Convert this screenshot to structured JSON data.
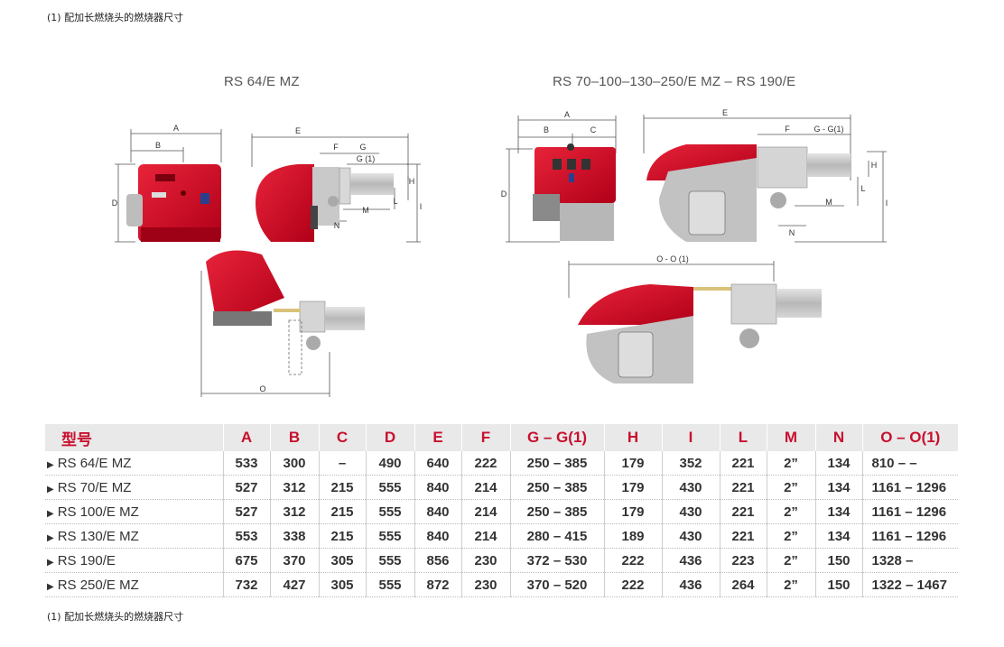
{
  "top_note": "(1) 配加长燃烧头的燃烧器尺寸",
  "bottom_note": "(1) 配加长燃烧头的燃烧器尺寸",
  "drawing_titles": [
    "RS 64/E MZ",
    "RS 70–100–130–250/E MZ – RS 190/E"
  ],
  "dimension_labels": {
    "A": "A",
    "B": "B",
    "C": "C",
    "D": "D",
    "E": "E",
    "F": "F",
    "G": "G",
    "G1": "G (1)",
    "GG1": "G - G(1)",
    "H": "H",
    "I": "I",
    "L": "L",
    "M": "M",
    "N": "N",
    "O": "O",
    "OO1": "O - O (1)"
  },
  "table": {
    "headers": [
      "型号",
      "A",
      "B",
      "C",
      "D",
      "E",
      "F",
      "G – G(1)",
      "H",
      "I",
      "L",
      "M",
      "N",
      "O – O(1)"
    ],
    "rows": [
      [
        "RS 64/E MZ",
        "533",
        "300",
        "–",
        "490",
        "640",
        "222",
        "250 – 385",
        "179",
        "352",
        "221",
        "2”",
        "134",
        "810 –     –"
      ],
      [
        "RS 70/E MZ",
        "527",
        "312",
        "215",
        "555",
        "840",
        "214",
        "250 – 385",
        "179",
        "430",
        "221",
        "2”",
        "134",
        "1161 – 1296"
      ],
      [
        "RS 100/E MZ",
        "527",
        "312",
        "215",
        "555",
        "840",
        "214",
        "250 – 385",
        "179",
        "430",
        "221",
        "2”",
        "134",
        "1161 – 1296"
      ],
      [
        "RS 130/E MZ",
        "553",
        "338",
        "215",
        "555",
        "840",
        "214",
        "280 – 415",
        "189",
        "430",
        "221",
        "2”",
        "134",
        "1161 – 1296"
      ],
      [
        "RS 190/E",
        "675",
        "370",
        "305",
        "555",
        "856",
        "230",
        "372 – 530",
        "222",
        "436",
        "223",
        "2”",
        "150",
        "1328 –"
      ],
      [
        "RS 250/E MZ",
        "732",
        "427",
        "305",
        "555",
        "872",
        "230",
        "370 – 520",
        "222",
        "436",
        "264",
        "2”",
        "150",
        "1322 – 1467"
      ]
    ]
  },
  "colors": {
    "header_text": "#c8102e",
    "burner_red": "#d0021b",
    "header_bg": "#e9e9e9"
  }
}
